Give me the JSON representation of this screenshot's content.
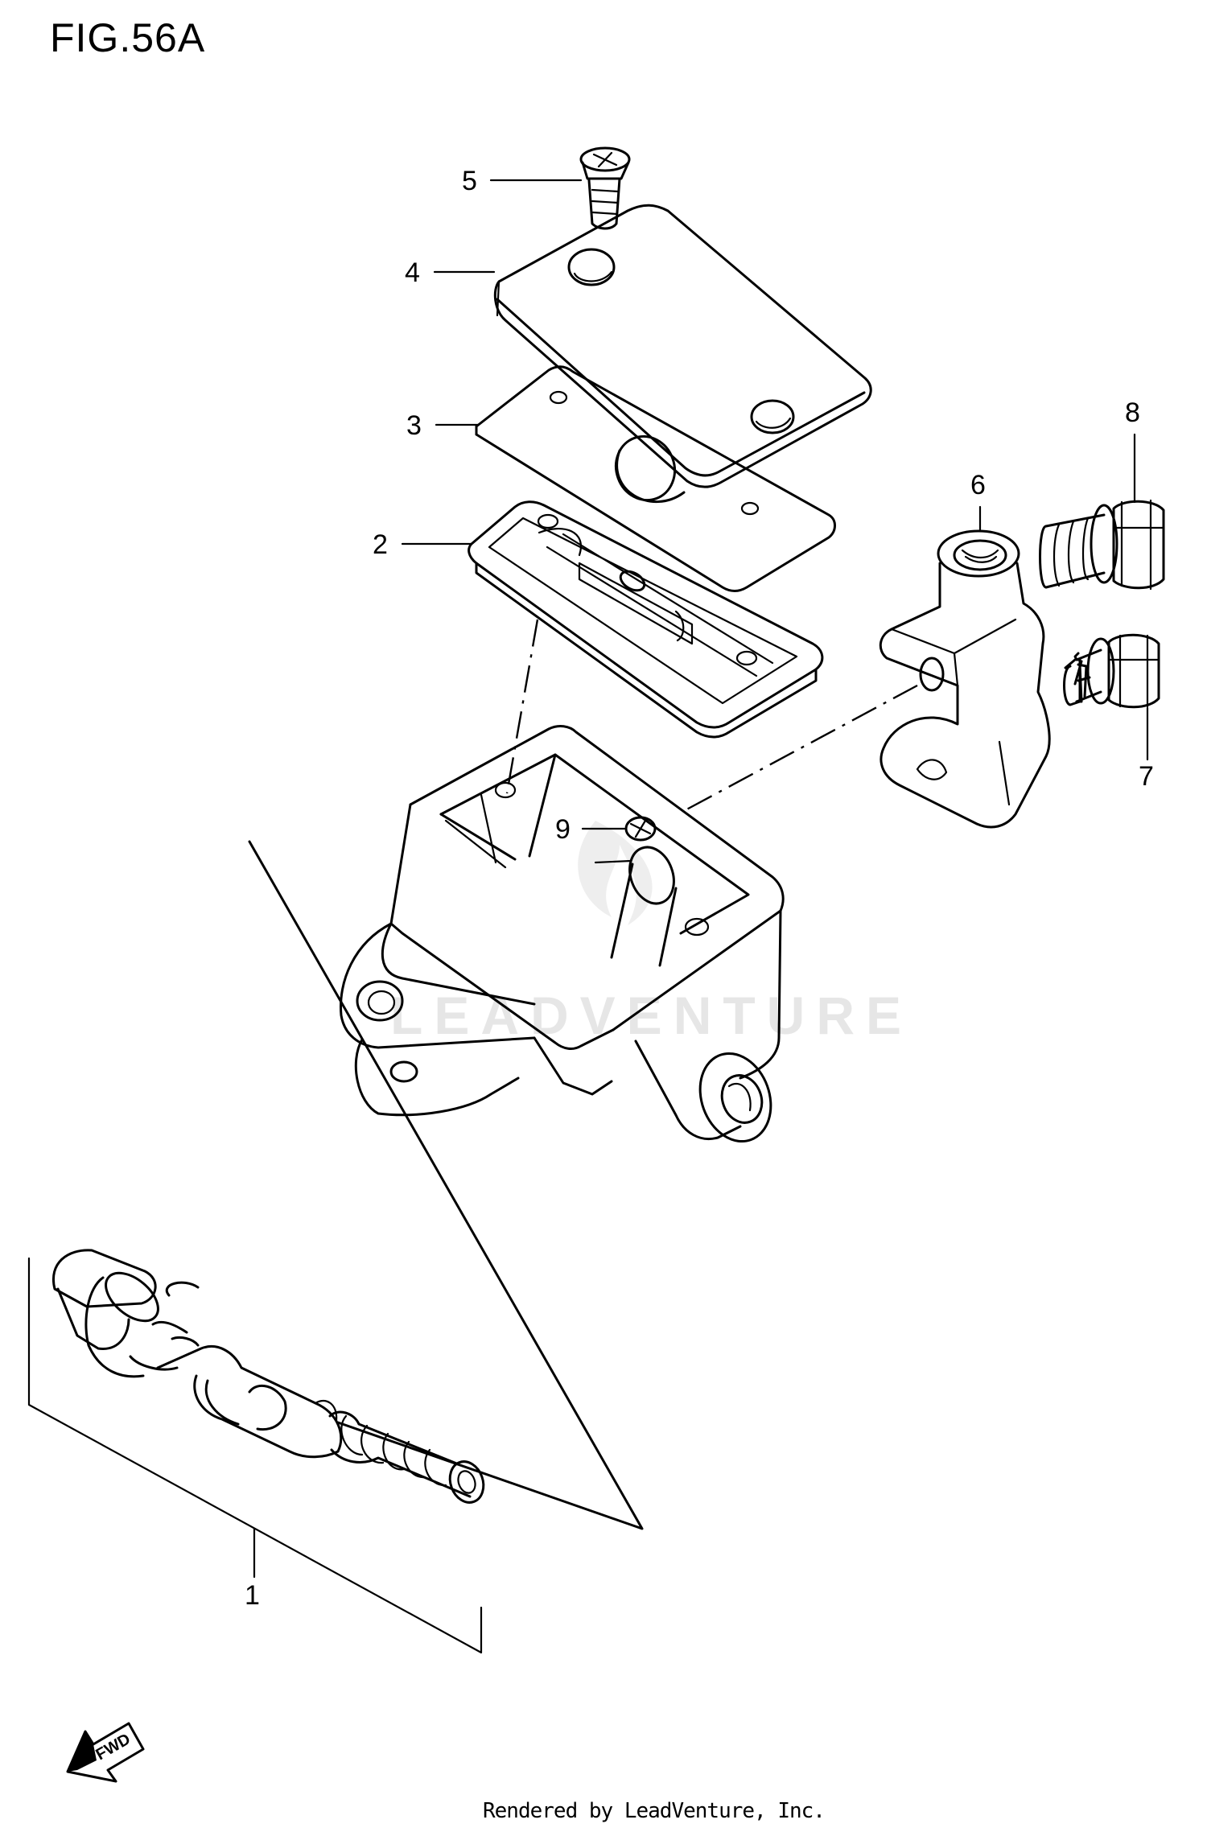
{
  "figure": {
    "title": "FIG.56A",
    "watermark": "LEADVENTURE",
    "footer": "Rendered by LeadVenture, Inc.",
    "fwd_label": "FWD"
  },
  "callouts": [
    {
      "id": "1",
      "part": "piston-set"
    },
    {
      "id": "2",
      "part": "reservoir-gasket"
    },
    {
      "id": "3",
      "part": "diaphragm-plate"
    },
    {
      "id": "4",
      "part": "reservoir-cap"
    },
    {
      "id": "5",
      "part": "cap-screw"
    },
    {
      "id": "6",
      "part": "master-cylinder-holder"
    },
    {
      "id": "7",
      "part": "holder-bolt-short"
    },
    {
      "id": "8",
      "part": "holder-bolt-long"
    },
    {
      "id": "9",
      "part": "reservoir-screw"
    }
  ]
}
